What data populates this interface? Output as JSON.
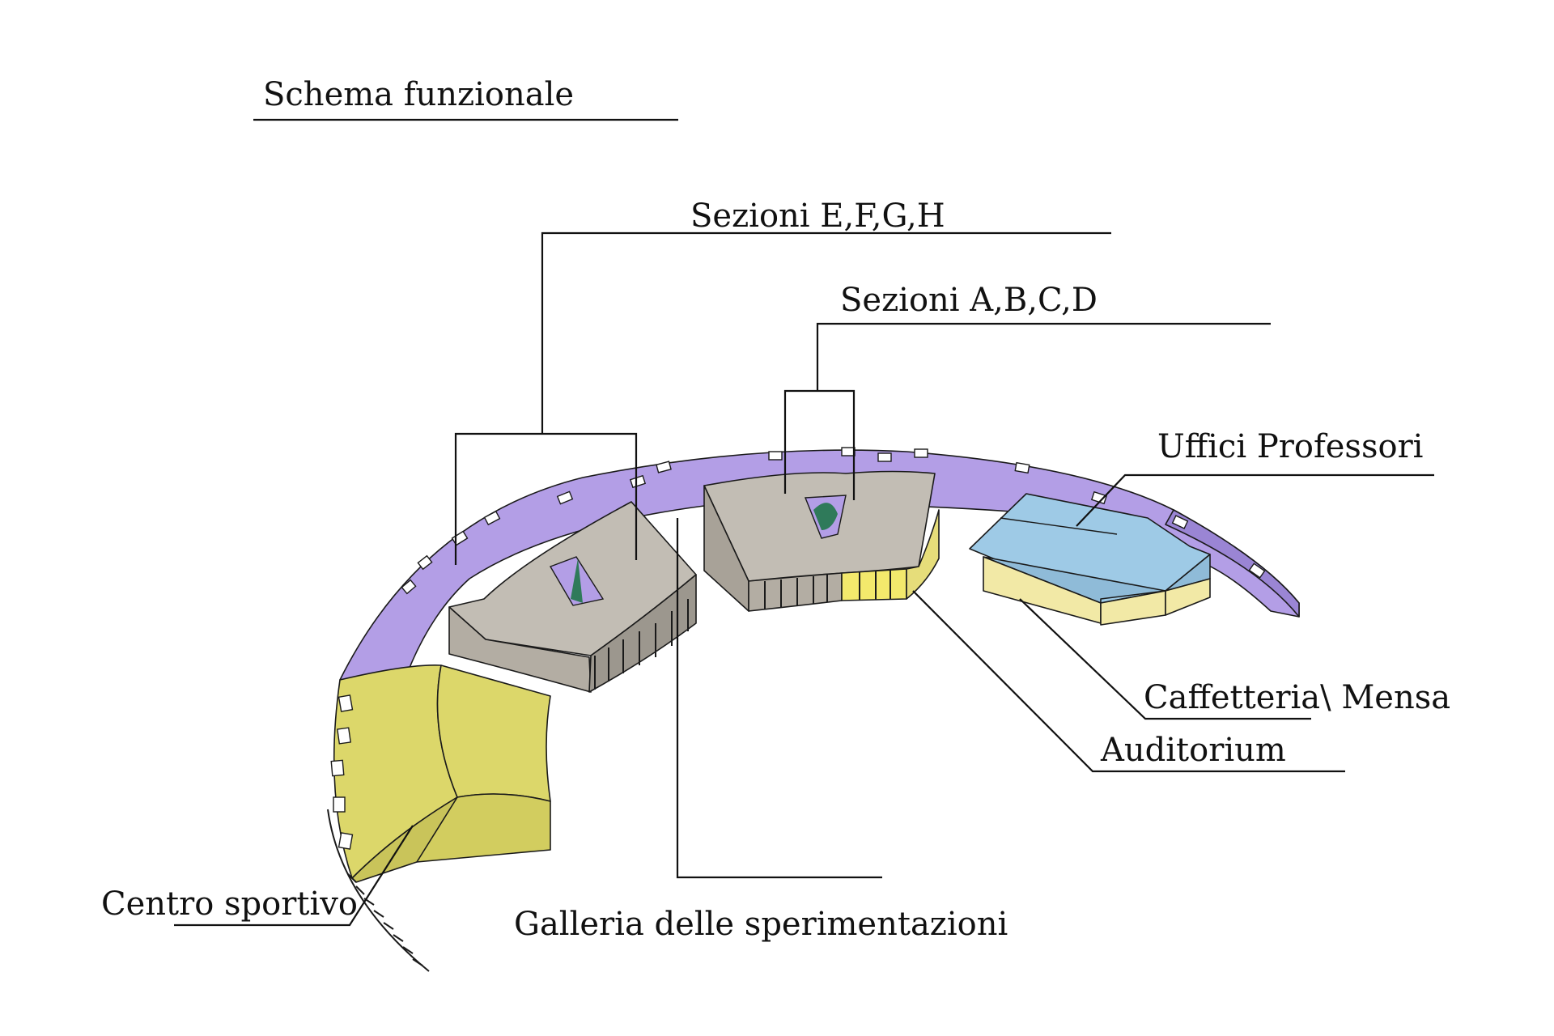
{
  "title": "Schema funzionale",
  "labels": {
    "sezioni_efgh": "Sezioni E,F,G,H",
    "sezioni_abcd": "Sezioni A,B,C,D",
    "uffici": "Uffici Professori",
    "caffetteria": "Caffetteria\\ Mensa",
    "auditorium": "Auditorium",
    "centro": "Centro sportivo",
    "galleria": "Galleria delle sperimentazioni"
  },
  "colors": {
    "ring": "#b39ee6",
    "ring_side": "#9a85d4",
    "classrooms": "#c2bdb4",
    "sports": "#dcd76a",
    "auditorium": "#f3e96c",
    "offices_roof": "#9ecae6",
    "cafeteria": "#f2e9a6",
    "lines": "#111111"
  }
}
